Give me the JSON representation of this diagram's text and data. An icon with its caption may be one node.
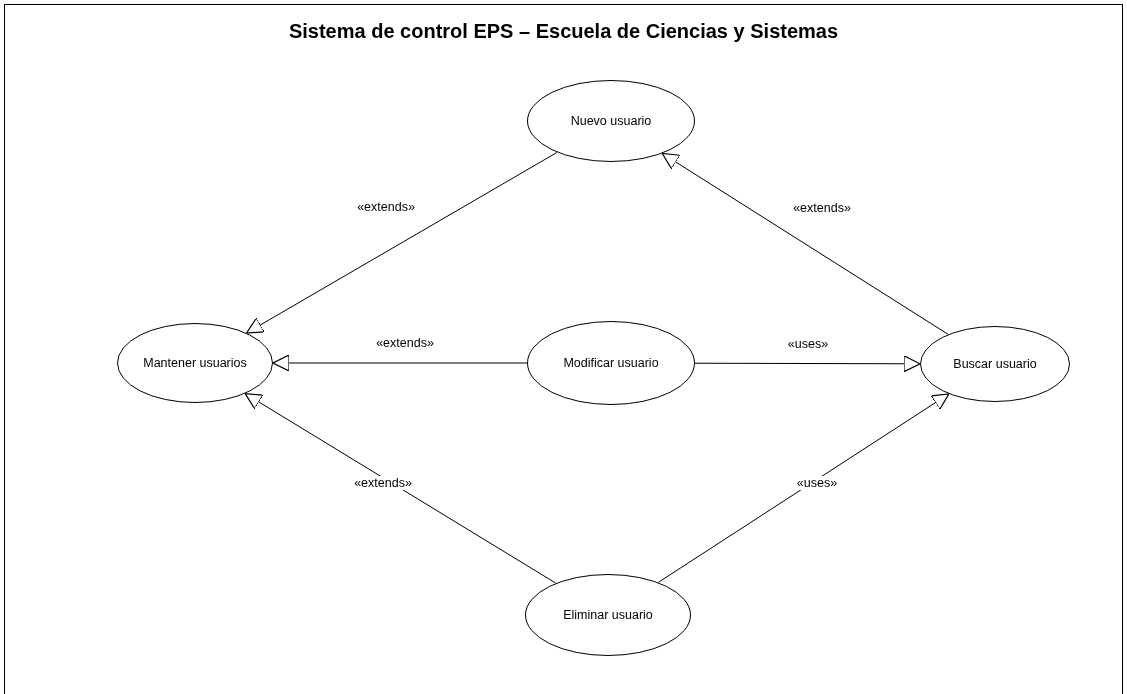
{
  "diagram": {
    "title": "Sistema de control EPS – Escuela de Ciencias y Sistemas",
    "nodes": [
      {
        "text": [
          "Nuevo usuario"
        ]
      },
      {
        "text": [
          "Mantener usuarios"
        ]
      },
      {
        "text": [
          "Modificar usuario"
        ]
      },
      {
        "text": [
          "Buscar usuario"
        ]
      },
      {
        "text": [
          "Eliminar usuario"
        ]
      }
    ],
    "edges": [
      {
        "from": 0,
        "to": 1,
        "arrow": "to",
        "label": "«extends»"
      },
      {
        "from": 2,
        "to": 1,
        "arrow": "to",
        "label": "«extends»"
      },
      {
        "from": 4,
        "to": 1,
        "arrow": "to",
        "label": "«extends»"
      },
      {
        "from": 2,
        "to": 3,
        "arrow": "to",
        "label": "«uses»"
      },
      {
        "from": 4,
        "to": 3,
        "arrow": "to",
        "label": "«uses»"
      },
      {
        "from": 3,
        "to": 0,
        "arrow": "to",
        "label": "«extends»"
      }
    ]
  }
}
